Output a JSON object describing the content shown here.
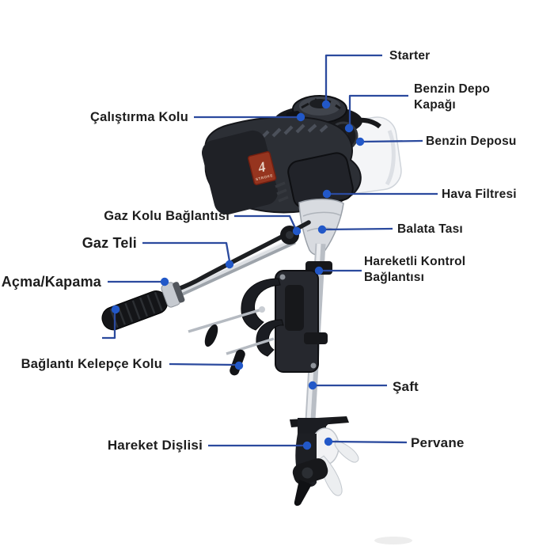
{
  "labels": {
    "starter": {
      "text": "Starter"
    },
    "benzin_depo_kapagi": {
      "text": "Benzin Depo Kapağı"
    },
    "calistirma_kolu": {
      "text": "Çalıştırma Kolu"
    },
    "benzin_deposu": {
      "text": "Benzin Deposu"
    },
    "hava_filtresi": {
      "text": "Hava Filtresi"
    },
    "gaz_kolu_baglantisi": {
      "text": "Gaz Kolu Bağlantısı"
    },
    "balata_tasi": {
      "text": "Balata Tası"
    },
    "gaz_teli": {
      "text": "Gaz Teli"
    },
    "hareketli_kontrol_baglantisi": {
      "text": "Hareketli Kontrol Bağlantısı"
    },
    "acma_kapama": {
      "text": "Açma/Kapama"
    },
    "baglanti_kelepce_kolu": {
      "text": "Bağlantı Kelepçe Kolu"
    },
    "saft": {
      "text": "Şaft"
    },
    "hareket_dislisi": {
      "text": "Hareket Dişlisi"
    },
    "pervane": {
      "text": "Pervane"
    }
  },
  "illustration": {
    "engine_badge_number": "4",
    "engine_badge_text": "STROKE"
  },
  "colors": {
    "leader_line": "#2b4a9e",
    "leader_dot": "#2258c8",
    "label_text": "#1d1d1d",
    "badge_red": "#96351f"
  }
}
